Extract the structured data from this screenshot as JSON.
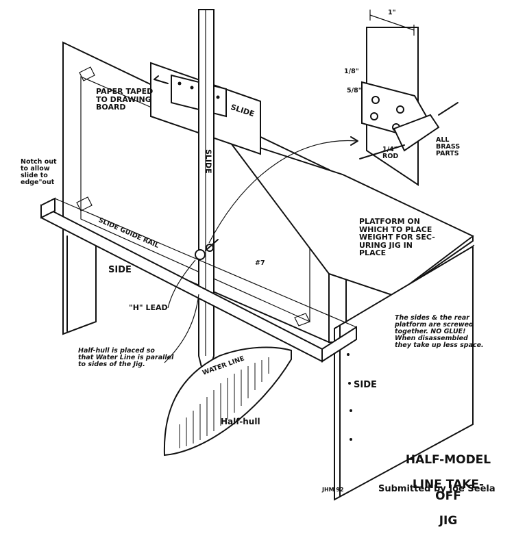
{
  "diagram": {
    "title_lines": [
      "HALF-MODEL",
      "LINE TAKE-OFF",
      "JIG"
    ],
    "credit": "Submitted by Joe Seela",
    "signature": "JHM 92",
    "labels": {
      "paper": "PAPER TAPED\nTO DRAWING\nBOARD",
      "slide_h": "SLIDE",
      "slide_v": "SLIDE",
      "notch": "Notch out\nto allow\nslide to\nedge\"out",
      "rail": "SLIDE GUIDE RAIL",
      "side_left": "SIDE",
      "side_right": "SIDE",
      "lead": "\"H\" LEAD",
      "platform": "PLATFORM ON\nWHICH TO PLACE\nWEIGHT FOR SEC-\nURING JIG IN\nPLACE",
      "mark7": "#7",
      "hull_note": "Half-hull is placed so\nthat Water Line is parallel\nto sides of the Jig.",
      "half_hull": "Half-hull",
      "sides_note": "The sides & the rear\nplatform are screwed\ntogether. NO GLUE!\nWhen disassembled\nthey take up less space.",
      "water_line": "WATER LINE",
      "dim_1": "1\"",
      "dim_18": "1/8\"",
      "dim_58": "5/8\"",
      "rod": "1/4\"\nROD",
      "brass": "ALL\nBRASS\nPARTS"
    }
  }
}
